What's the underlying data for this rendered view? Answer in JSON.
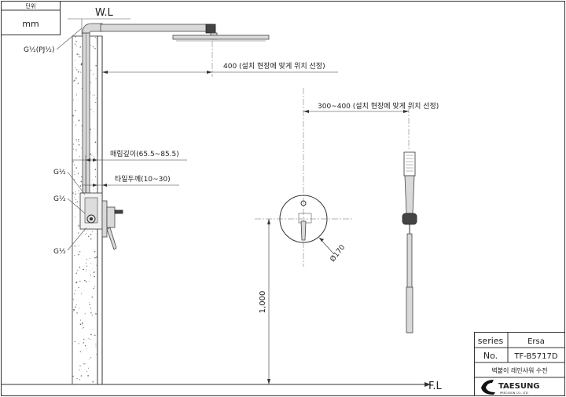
{
  "unit_box": {
    "header": "단위",
    "value": "mm"
  },
  "labels": {
    "wall_line": "W.L",
    "floor_line": "F.L",
    "g_half_pj": "G½(PJ½)",
    "g_half_1": "G½",
    "g_half_2": "G½",
    "g_half_3": "G½",
    "dim_arm": "400 (설치 현장에 맞게 위치 선정)",
    "dim_handshower": "300~400 (설치 현장에 맞게 위치 선정)",
    "dim_embed": "매립깊이(65.5~85.5)",
    "dim_tile": "타일두께(10~30)",
    "dim_height": "1,000",
    "dim_diameter": "Ø170"
  },
  "title_block": {
    "series_label": "series",
    "series_value": "Ersa",
    "no_label": "No.",
    "no_value": "TF-B5717D",
    "description": "벽붙이 레인샤워 수전",
    "logo_text": "TAESUNG",
    "logo_subtext": "PRECISION CO., LTD"
  },
  "colors": {
    "line": "#333333",
    "pipe_fill": "#d9d9d9",
    "background": "#ffffff"
  }
}
